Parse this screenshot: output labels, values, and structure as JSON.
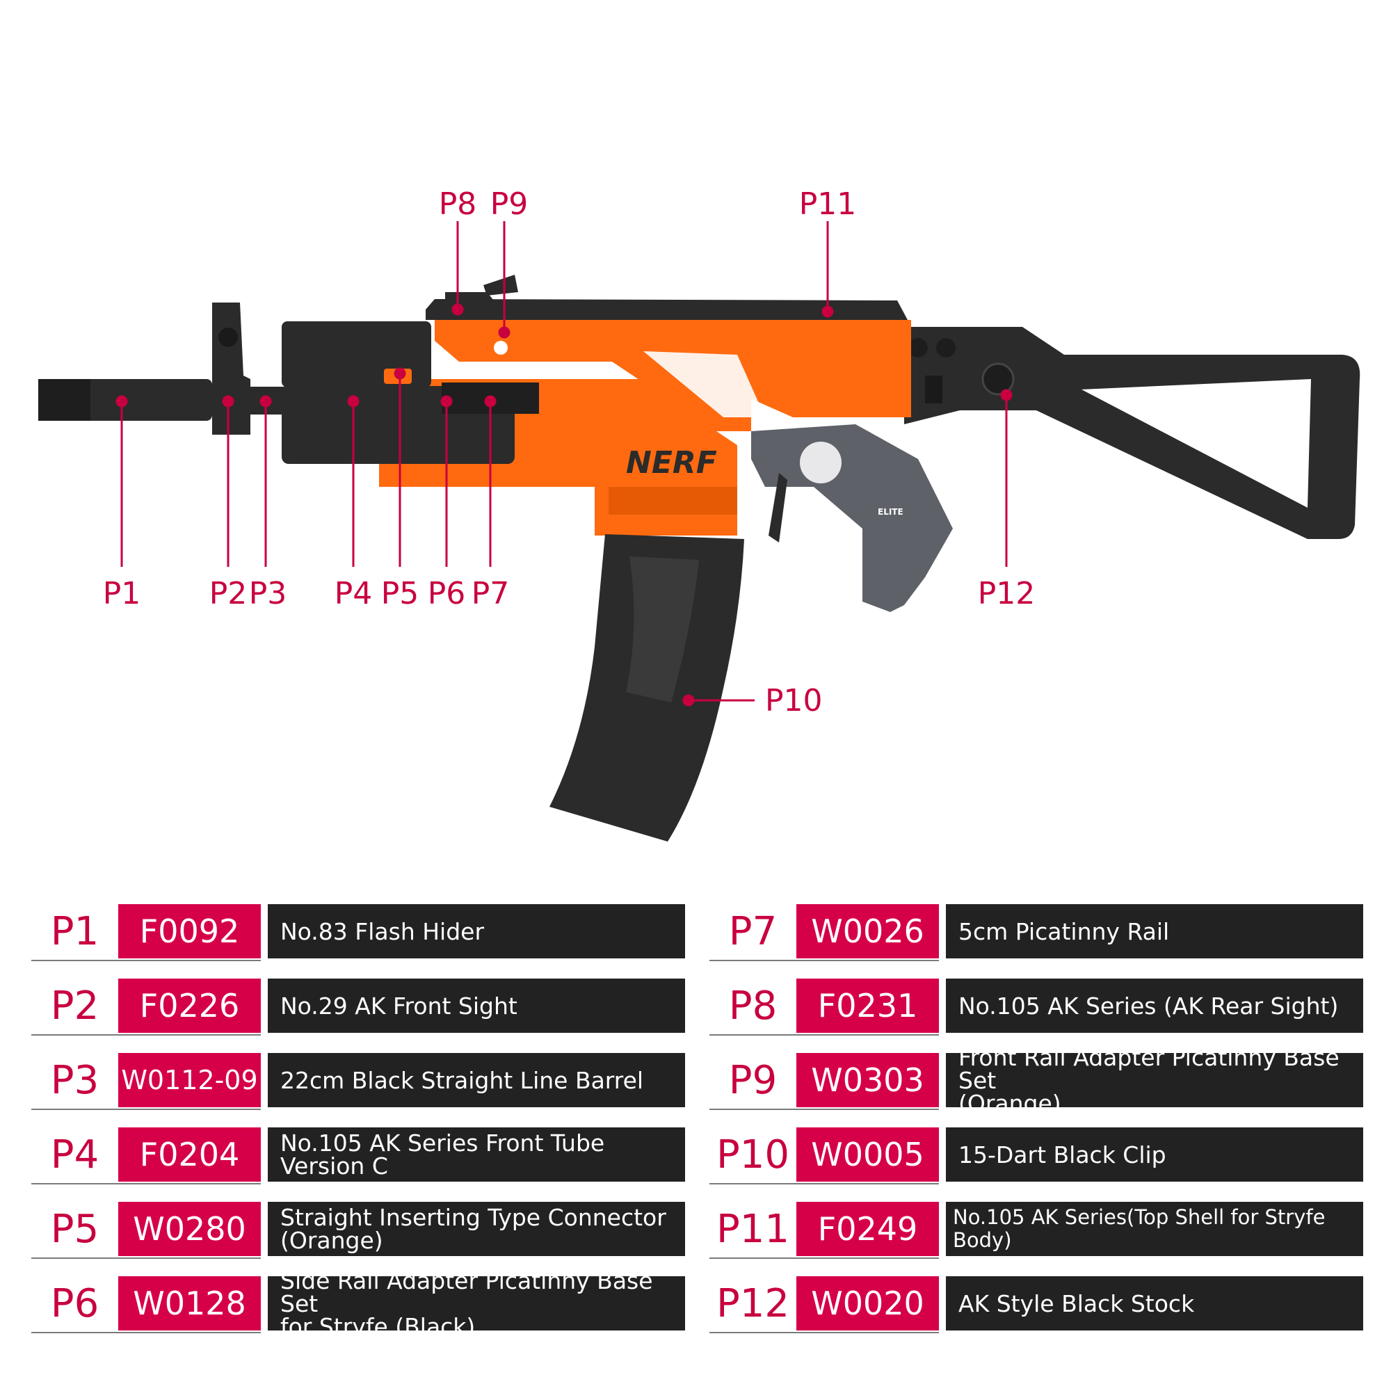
{
  "callouts": [
    {
      "id": "p1",
      "label": "P1"
    },
    {
      "id": "p2",
      "label": "P2"
    },
    {
      "id": "p3",
      "label": "P3"
    },
    {
      "id": "p4",
      "label": "P4"
    },
    {
      "id": "p5",
      "label": "P5"
    },
    {
      "id": "p6",
      "label": "P6"
    },
    {
      "id": "p7",
      "label": "P7"
    },
    {
      "id": "p8",
      "label": "P8"
    },
    {
      "id": "p9",
      "label": "P9"
    },
    {
      "id": "p10",
      "label": "P10"
    },
    {
      "id": "p11",
      "label": "P11"
    },
    {
      "id": "p12",
      "label": "P12"
    }
  ],
  "branding": {
    "logo_text": "NERF",
    "grip_badge_text": "ELITE"
  },
  "parts": [
    {
      "label": "P1",
      "code": "F0092",
      "desc": "No.83 Flash Hider"
    },
    {
      "label": "P2",
      "code": "F0226",
      "desc": "No.29 AK Front Sight"
    },
    {
      "label": "P3",
      "code": "W0112-09",
      "desc": "22cm Black Straight Line Barrel"
    },
    {
      "label": "P4",
      "code": "F0204",
      "desc": "No.105 AK Series Front Tube Version C"
    },
    {
      "label": "P5",
      "code": "W0280",
      "desc": "Straight Inserting Type Connector\n(Orange)"
    },
    {
      "label": "P6",
      "code": "W0128",
      "desc": "Side  Rail Adapter Picatinny Base Set\nfor  Stryfe (Black)"
    },
    {
      "label": "P7",
      "code": "W0026",
      "desc": "5cm Picatinny Rail"
    },
    {
      "label": "P8",
      "code": "F0231",
      "desc": "No.105 AK Series (AK Rear Sight)"
    },
    {
      "label": "P9",
      "code": "W0303",
      "desc": "Front Rail Adapter Picatinny Base Set\n(Orange)"
    },
    {
      "label": "P10",
      "code": "W0005",
      "desc": "15-Dart Black Clip"
    },
    {
      "label": "P11",
      "code": "F0249",
      "desc": "No.105 AK Series(Top Shell for Stryfe Body)"
    },
    {
      "label": "P12",
      "code": "W0020",
      "desc": "AK Style Black Stock"
    }
  ],
  "colors": {
    "accent": "#d60048",
    "label_red": "#c8003f",
    "desc_bg": "#222222",
    "orange": "#ff6a10",
    "black_part": "#2b2b2b",
    "grey_grip": "#5e6168"
  }
}
